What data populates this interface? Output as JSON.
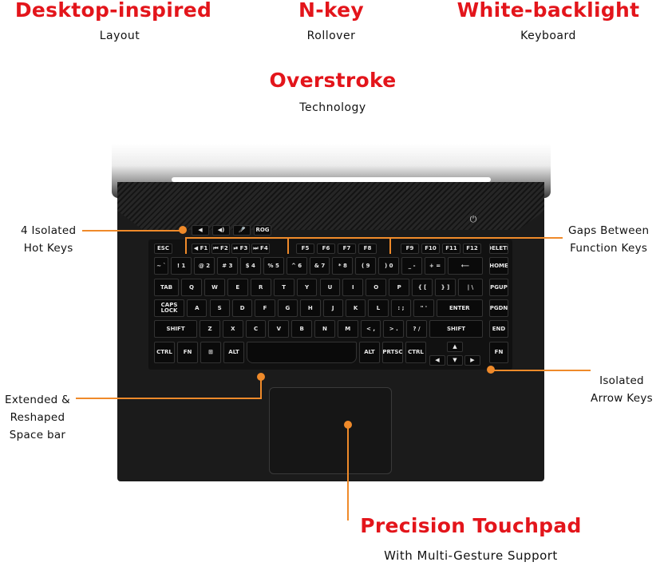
{
  "features": [
    {
      "title": "Desktop-inspired",
      "subtitle": "Layout"
    },
    {
      "title": "N-key",
      "subtitle": "Rollover"
    },
    {
      "title": "White-backlight",
      "subtitle": "Keyboard"
    },
    {
      "title": "Overstroke",
      "subtitle": "Technology"
    },
    {
      "title": "Precision Touchpad",
      "subtitle": "With Multi-Gesture Support"
    }
  ],
  "callouts": {
    "hot_keys": [
      "4 Isolated",
      "Hot Keys"
    ],
    "gaps": [
      "Gaps Between",
      "Function Keys"
    ],
    "arrows": [
      "Isolated",
      "Arrow Keys"
    ],
    "spacebar": [
      "Extended &",
      "Reshaped",
      "Space bar"
    ]
  },
  "colors": {
    "title": "#e3151b",
    "callout_line": "#ef8a2a"
  },
  "keyboard": {
    "hot_keys": [
      "◀",
      "◀)",
      "🎤̸",
      "ROG"
    ],
    "fn_row": [
      "ESC",
      "◀ F1",
      "⏮ F2",
      "⏯ F3",
      "⏭ F4",
      "F5",
      "F6",
      "F7",
      "F8",
      "F9",
      "F10",
      "F11",
      "F12",
      "DELETE"
    ],
    "number_row": [
      "~ `",
      "! 1",
      "@ 2",
      "# 3",
      "$ 4",
      "% 5",
      "^ 6",
      "& 7",
      "* 8",
      "( 9",
      ") 0",
      "_ -",
      "+ =",
      "⟵"
    ],
    "q_row": [
      "TAB",
      "Q",
      "W",
      "E",
      "R",
      "T",
      "Y",
      "U",
      "I",
      "O",
      "P",
      "{ [",
      "} ]",
      "| \\"
    ],
    "a_row": [
      "CAPS\nLOCK",
      "A",
      "S",
      "D",
      "F",
      "G",
      "H",
      "J",
      "K",
      "L",
      ": ;",
      "\" '",
      "ENTER"
    ],
    "z_row": [
      "SHIFT",
      "Z",
      "X",
      "C",
      "V",
      "B",
      "N",
      "M",
      "< ,",
      "> .",
      "? /",
      "SHIFT"
    ],
    "bottom_row": [
      "CTRL",
      "FN",
      "⊞",
      "ALT",
      "",
      "ALT",
      "PRTSC",
      "CTRL"
    ],
    "arrows": [
      "▲",
      "◀",
      "▼",
      "▶"
    ],
    "right_column": [
      "HOME",
      "PGUP",
      "PGDN",
      "END",
      "FN"
    ],
    "power": "⏻"
  }
}
